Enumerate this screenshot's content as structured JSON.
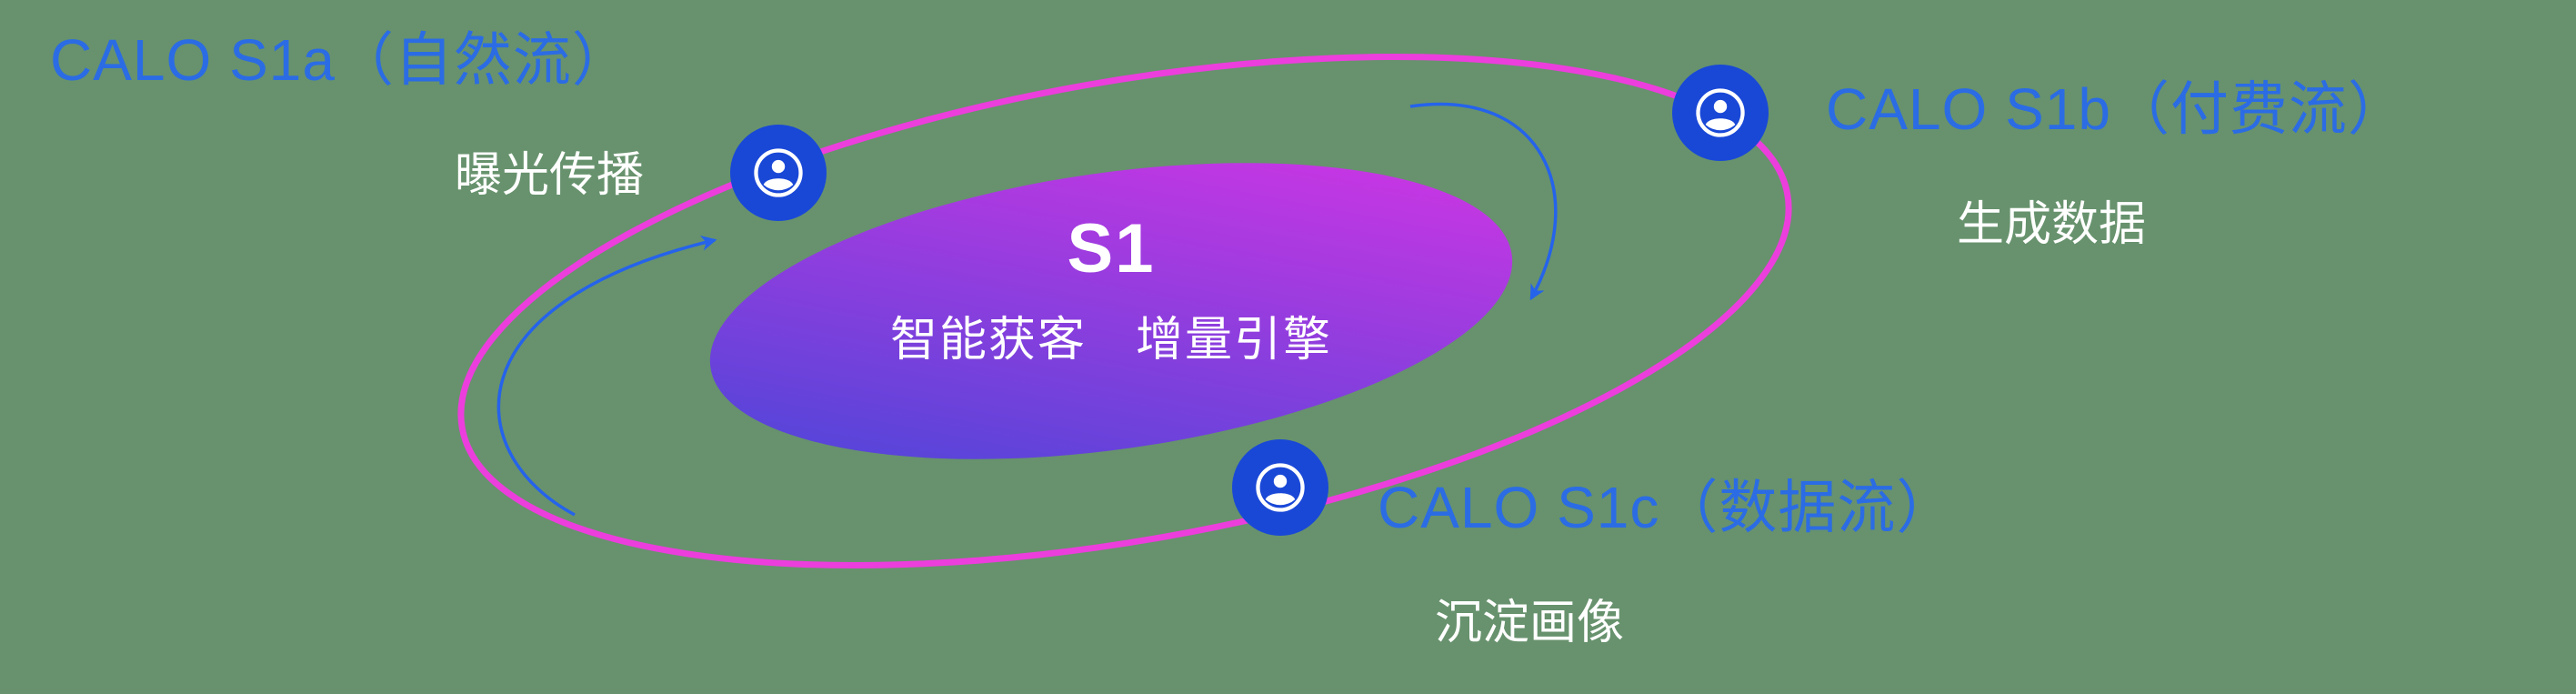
{
  "background_color": "#67926D",
  "colors": {
    "title_blue": "#2B6CE4",
    "white": "#FFFFFF",
    "orbit_stroke": "#EC3EDC",
    "core_gradient_start": "#4347D7",
    "core_gradient_end": "#DA34E5",
    "icon_background": "#1948D7",
    "arrow": "#2563EB"
  },
  "center": {
    "title": "S1",
    "subtitle": "智能获客　增量引擎"
  },
  "nodes": [
    {
      "title": "CALO S1a（自然流）",
      "subtitle": "曝光传播"
    },
    {
      "title": "CALO S1b（付费流）",
      "subtitle": "生成数据"
    },
    {
      "title": "CALO S1c（数据流）",
      "subtitle": "沉淀画像"
    }
  ]
}
